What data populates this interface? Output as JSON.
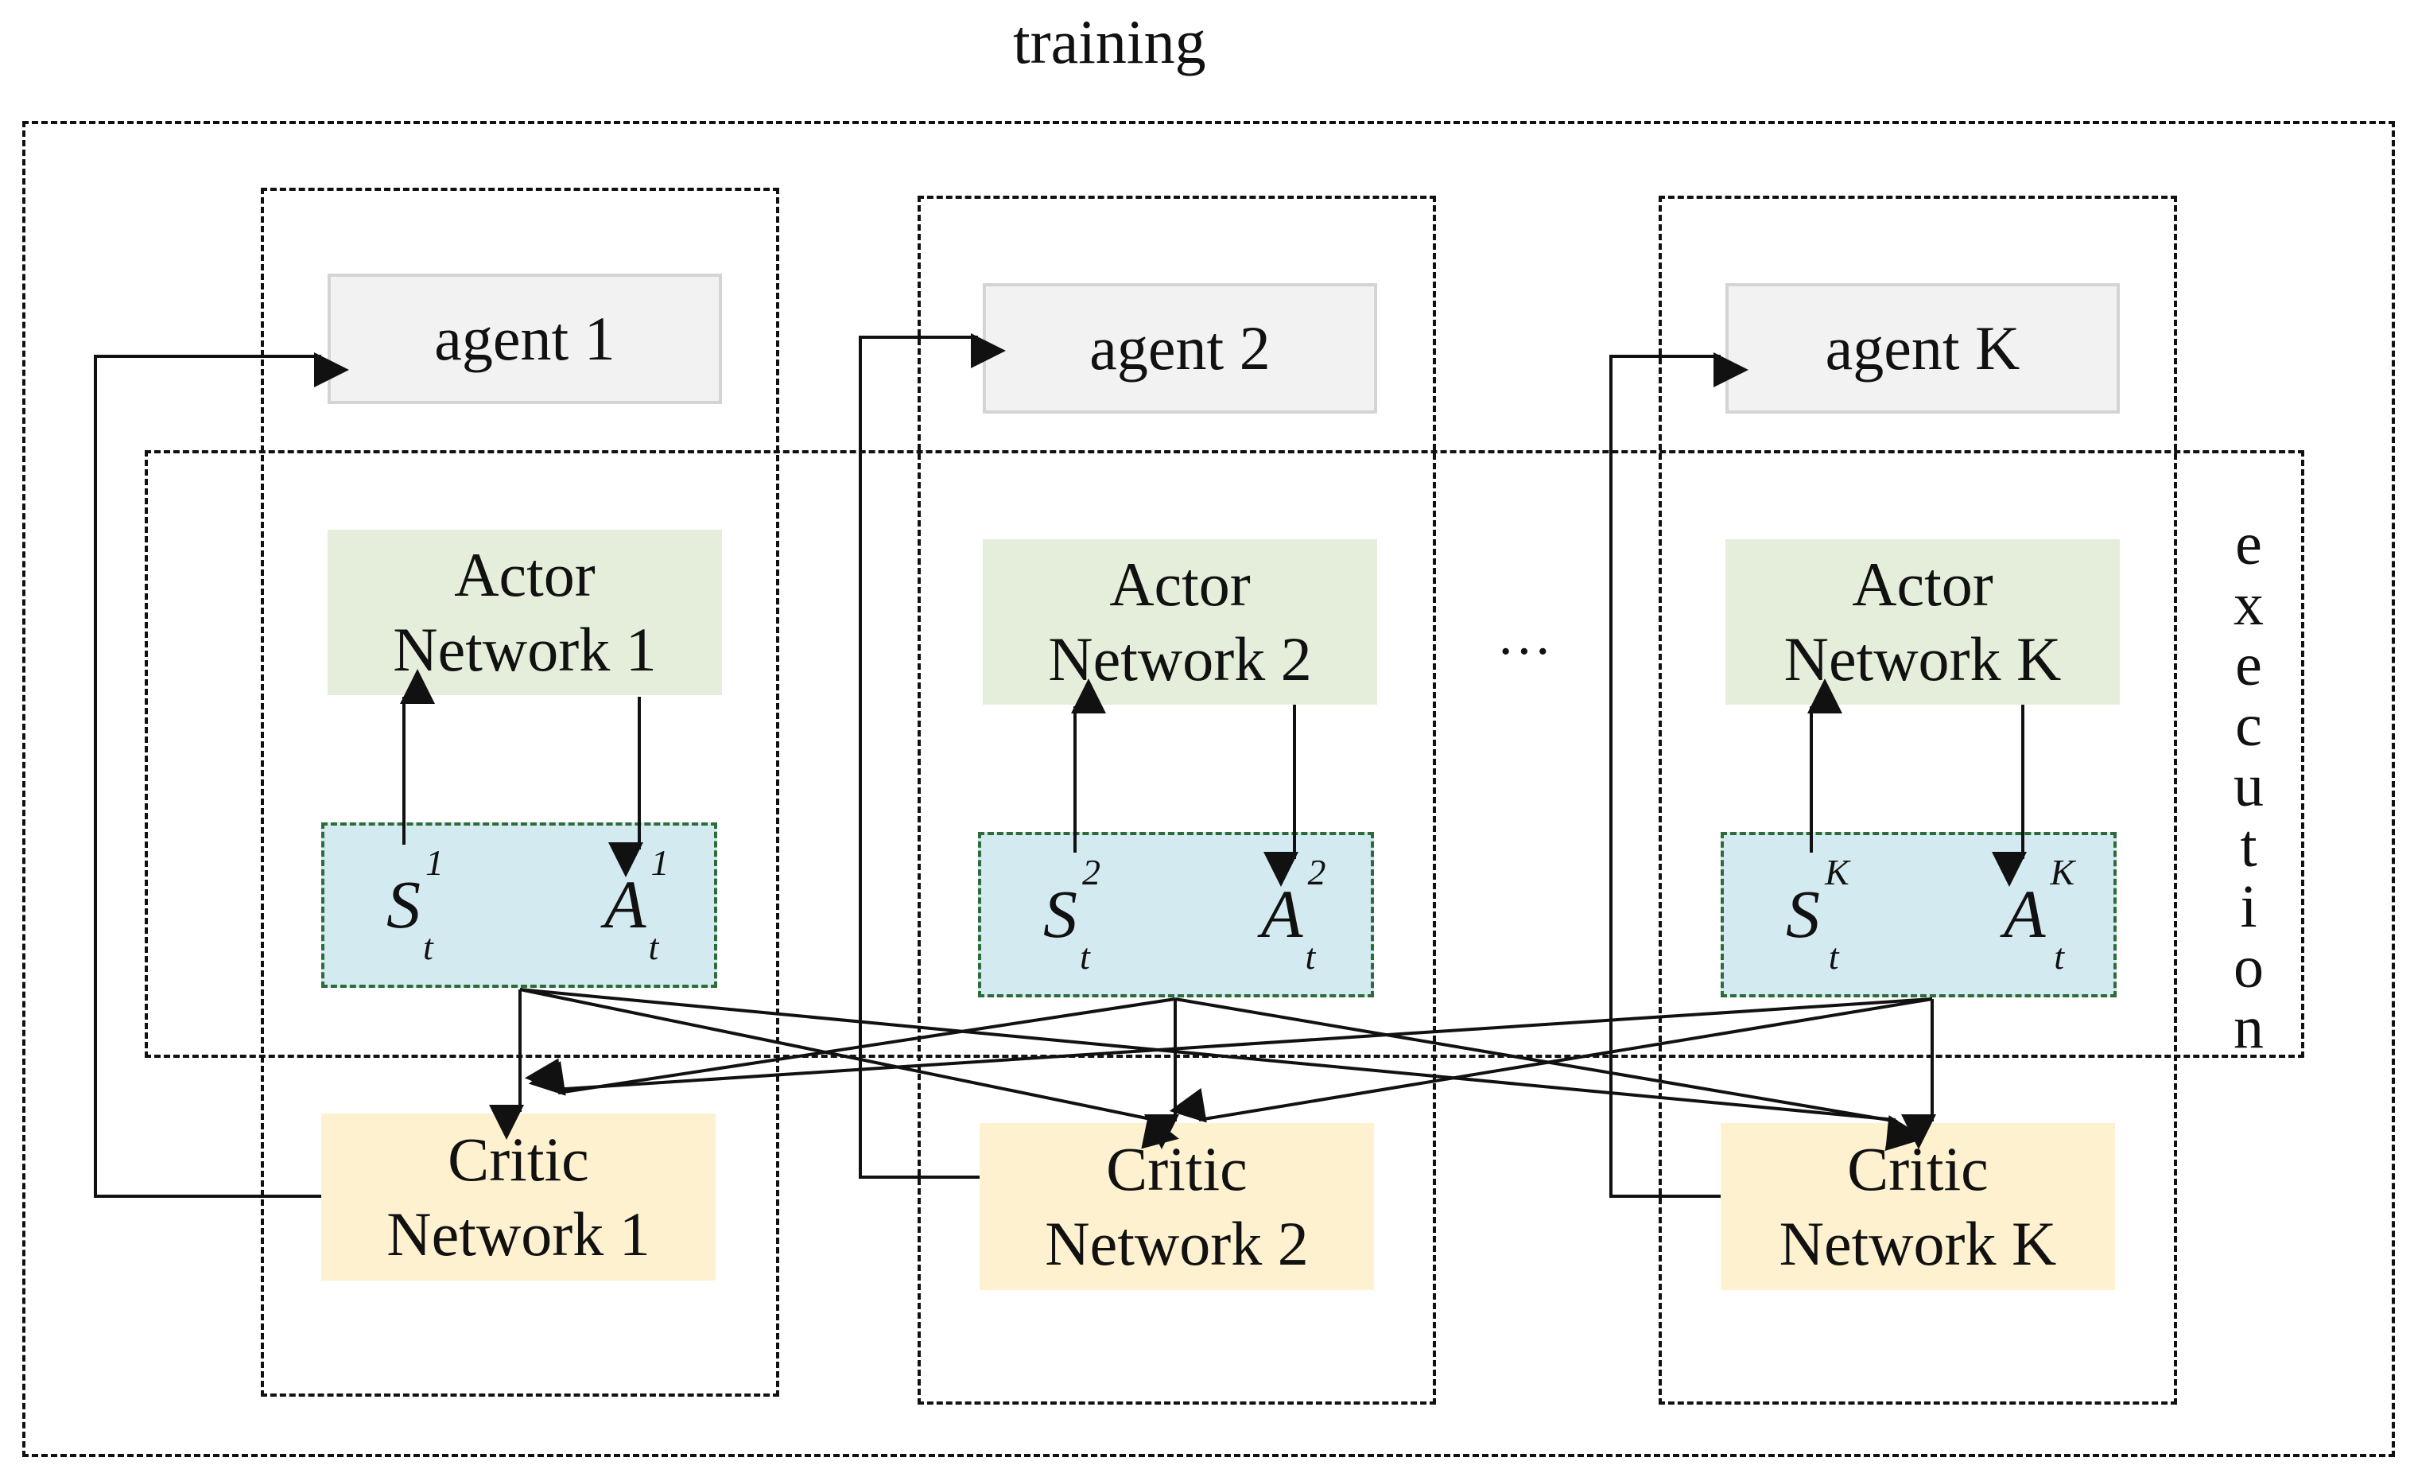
{
  "labels": {
    "training": "training",
    "execution_letters": [
      "e",
      "x",
      "e",
      "c",
      "u",
      "t",
      "i",
      "o",
      "n"
    ],
    "ellipsis": "···"
  },
  "agents": [
    {
      "agent_label": "agent 1",
      "actor_line1": "Actor",
      "actor_line2": "Network 1",
      "critic_line1": "Critic",
      "critic_line2": "Network 1",
      "state_symbol": "S",
      "action_symbol": "A",
      "superscript": "1",
      "subscript": "t"
    },
    {
      "agent_label": "agent 2",
      "actor_line1": "Actor",
      "actor_line2": "Network 2",
      "critic_line1": "Critic",
      "critic_line2": "Network 2",
      "state_symbol": "S",
      "action_symbol": "A",
      "superscript": "2",
      "subscript": "t"
    },
    {
      "agent_label": "agent K",
      "actor_line1": "Actor",
      "actor_line2": "Network K",
      "critic_line1": "Critic",
      "critic_line2": "Network K",
      "state_symbol": "S",
      "action_symbol": "A",
      "superscript": "K",
      "subscript": "t"
    }
  ],
  "colors": {
    "agent_fill": "#f2f2f2",
    "actor_fill": "#e5eedb",
    "critic_fill": "#fdf1cf",
    "state_fill": "#d4eaf1",
    "state_border": "#2f6b3a",
    "line": "#111111"
  }
}
